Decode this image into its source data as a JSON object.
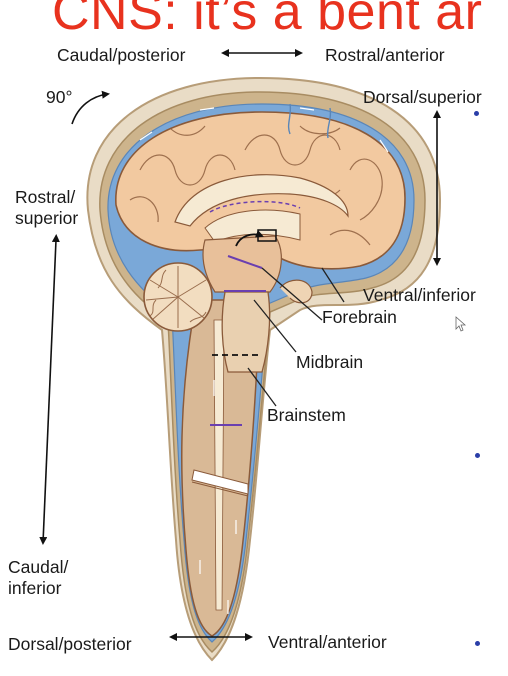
{
  "slide": {
    "title": "CNS: it’s a bent ar",
    "labels": {
      "caudal_posterior_top": "Caudal/posterior",
      "rostral_anterior_top": "Rostral/anterior",
      "rotation": "90°",
      "dorsal_superior": "Dorsal/superior",
      "rostral_superior_l1": "Rostral/",
      "rostral_superior_l2": "superior",
      "ventral_inferior": "Ventral/inferior",
      "forebrain": "Forebrain",
      "midbrain": "Midbrain",
      "brainstem": "Brainstem",
      "caudal_inferior_l1": "Caudal/",
      "caudal_inferior_l2": "inferior",
      "dorsal_posterior_bottom": "Dorsal/posterior",
      "ventral_anterior_bottom": "Ventral/anterior"
    },
    "colors": {
      "title": "#e8321e",
      "bullet": "#2a3ea8",
      "csf_blue": "#7aa8d8",
      "brain_tissue": "#f2c9a0",
      "brain_outline": "#8a5a3a",
      "gray_matter": "#d9a77c",
      "scalp": "#e9dcc6",
      "skull": "#cdb48c",
      "ventricle": "#f6ead3",
      "marker_line": "#6a3fb0"
    }
  }
}
